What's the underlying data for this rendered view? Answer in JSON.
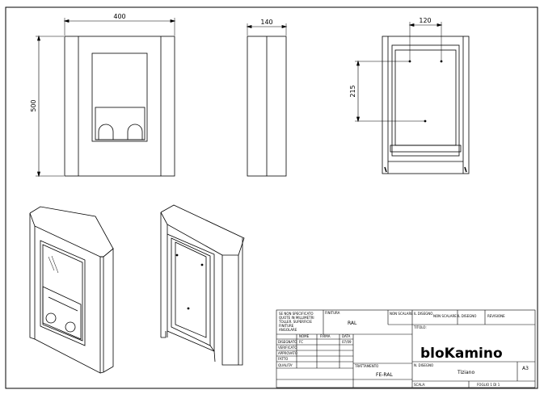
{
  "dimensions": {
    "front_width": "400",
    "front_height": "500",
    "side_depth": "140",
    "back_spacing": "120",
    "back_vertical": "215"
  },
  "title_block": {
    "disclaimer_lines": [
      "SE NON SPECIFICATO",
      "QUOTE IN MILLIMETRI",
      "TOLLER. SUPERFICIE",
      "FINITURE",
      "ANGOLARE"
    ],
    "finish_label": "FINITURA",
    "finish_value": "RAL",
    "material_label": "TRATTAMENTO",
    "material_value": "FE-RAL",
    "scale_note": "NON SCALARE IL DISEGNO",
    "revision_label": "REVISIONE",
    "name_header": "NOME",
    "signature_header": "FIRMA",
    "date_header": "DATA",
    "drawn_label": "DISEGNATO",
    "drawn_name": "FC",
    "drawn_date": "07/09",
    "checked_label": "VERIFICATO",
    "approved_label": "APPROVATO",
    "manufactured_label": "FATTO",
    "quality_label": "QUALITA'",
    "title_label": "TITOLO:",
    "brand": "bloKamino",
    "drawing_number_label": "N. DISEGNO",
    "product_name": "Tiziano",
    "sheet_size": "A3",
    "scale_label": "SCALA:",
    "sheet_label": "FOGLIO 1 DI 1"
  }
}
